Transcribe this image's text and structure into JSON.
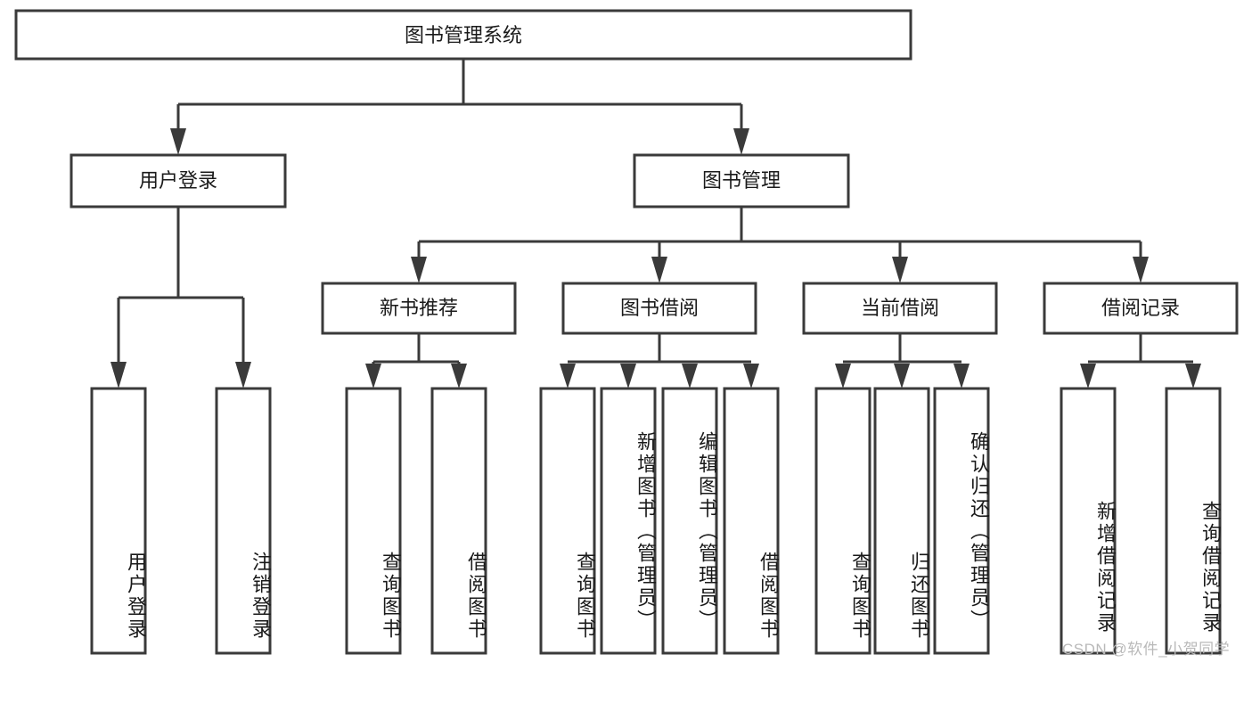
{
  "diagram": {
    "type": "tree",
    "title": "图书管理系统",
    "orientation": "top-down",
    "colors": {
      "box_stroke": "#3a3a3a",
      "box_fill": "#ffffff",
      "connector": "#3a3a3a",
      "text": "#1a1a1a",
      "watermark": "#b9b9b9",
      "background": "#ffffff"
    },
    "root": {
      "id": "root",
      "label": "图书管理系统"
    },
    "level2": [
      {
        "id": "user-login",
        "label": "用户登录"
      },
      {
        "id": "book-manage",
        "label": "图书管理"
      }
    ],
    "level3": [
      {
        "id": "new-book-rec",
        "label": "新书推荐",
        "parent": "book-manage"
      },
      {
        "id": "book-borrow",
        "label": "图书借阅",
        "parent": "book-manage"
      },
      {
        "id": "current-borrow",
        "label": "当前借阅",
        "parent": "book-manage"
      },
      {
        "id": "borrow-record",
        "label": "借阅记录",
        "parent": "book-manage"
      }
    ],
    "leaves": [
      {
        "id": "leaf-user-login",
        "label": "用户登录",
        "parent": "user-login"
      },
      {
        "id": "leaf-user-logout",
        "label": "注销登录",
        "parent": "user-login"
      },
      {
        "id": "leaf-query-book-1",
        "label": "查询图书",
        "parent": "new-book-rec"
      },
      {
        "id": "leaf-borrow-book-1",
        "label": "借阅图书",
        "parent": "new-book-rec"
      },
      {
        "id": "leaf-query-book-2",
        "label": "查询图书",
        "parent": "book-borrow"
      },
      {
        "id": "leaf-add-book",
        "label": "新增图书（管理员）",
        "parent": "book-borrow"
      },
      {
        "id": "leaf-edit-book",
        "label": "编辑图书（管理员）",
        "parent": "book-borrow"
      },
      {
        "id": "leaf-borrow-book-2",
        "label": "借阅图书",
        "parent": "book-borrow"
      },
      {
        "id": "leaf-query-book-3",
        "label": "查询图书",
        "parent": "current-borrow"
      },
      {
        "id": "leaf-return-book",
        "label": "归还图书",
        "parent": "current-borrow"
      },
      {
        "id": "leaf-confirm-return",
        "label": "确认归还（管理员）",
        "parent": "current-borrow"
      },
      {
        "id": "leaf-add-record",
        "label": "新增借阅记录",
        "parent": "borrow-record"
      },
      {
        "id": "leaf-query-record",
        "label": "查询借阅记录",
        "parent": "borrow-record"
      }
    ]
  },
  "watermark": {
    "text": "CSDN @软件_小贺同学"
  }
}
